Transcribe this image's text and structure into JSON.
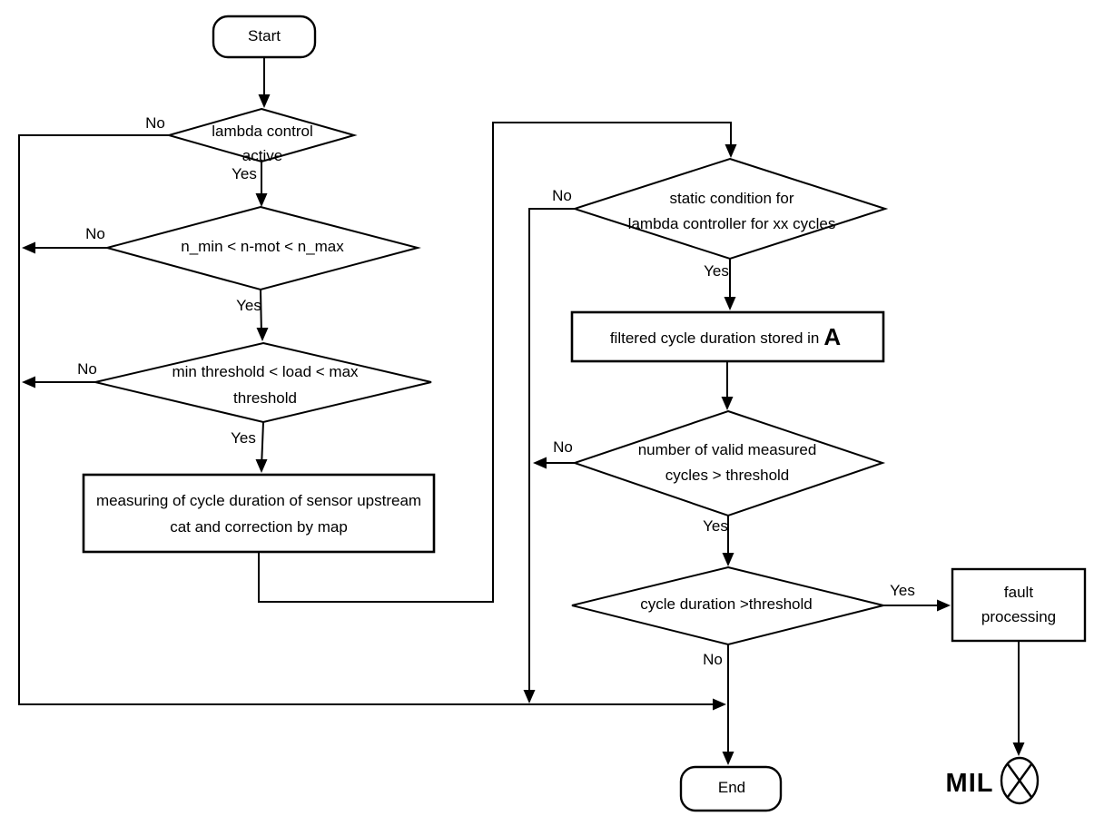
{
  "colors": {
    "line": "#000000",
    "background": "#ffffff",
    "text": "#000000"
  },
  "flowchart": {
    "start": {
      "label": "Start"
    },
    "decision_lambda": {
      "line1": "lambda control",
      "line2": "active",
      "no": "No",
      "yes": "Yes"
    },
    "decision_nmot": {
      "label": "n_min < n-mot < n_max",
      "no": "No",
      "yes": "Yes"
    },
    "decision_load": {
      "line1": "min threshold < load < max",
      "line2": "threshold",
      "no": "No",
      "yes": "Yes"
    },
    "process_measure": {
      "line1": "measuring of cycle duration of sensor upstream",
      "line2": "cat and correction by map"
    },
    "decision_static": {
      "line1": "static condition for",
      "line2": "lambda controller for xx cycles",
      "no": "No",
      "yes": "Yes"
    },
    "process_filtered": {
      "text": "filtered cycle duration stored in",
      "variable": "A"
    },
    "decision_valid": {
      "line1": "number of valid measured",
      "line2": "cycles > threshold",
      "no": "No",
      "yes": "Yes"
    },
    "decision_cycle": {
      "label": "cycle duration >threshold",
      "yes": "Yes",
      "no": "No"
    },
    "process_fault": {
      "line1": "fault",
      "line2": "processing"
    },
    "end": {
      "label": "End"
    },
    "mil": {
      "label": "MIL"
    }
  }
}
